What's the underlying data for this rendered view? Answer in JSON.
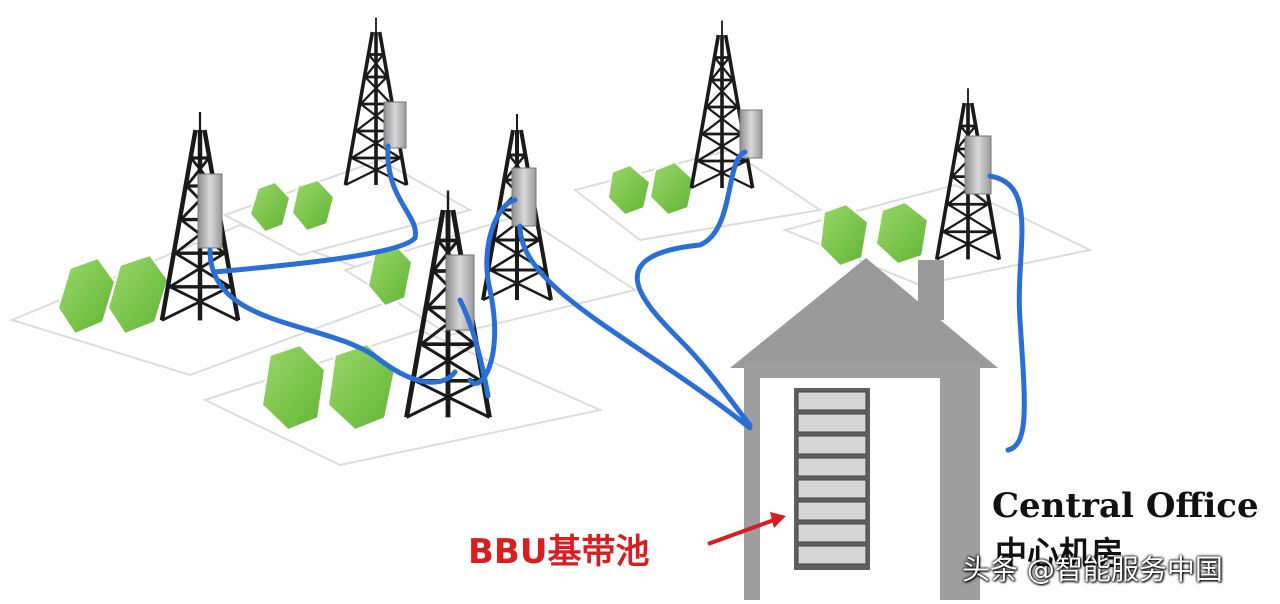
{
  "diagram": {
    "central_office_label": "Central Office",
    "central_office_label_cn": "中心机房",
    "bbu_pool_label": "BBU基带池",
    "watermark": "头条 @智能服务中国",
    "colors": {
      "hexagon": "#7cc84a",
      "fiber": "#2a6fd6",
      "building": "#9a9a9a",
      "arrow": "#d81e1e",
      "tower": "#1a1a1a"
    }
  }
}
